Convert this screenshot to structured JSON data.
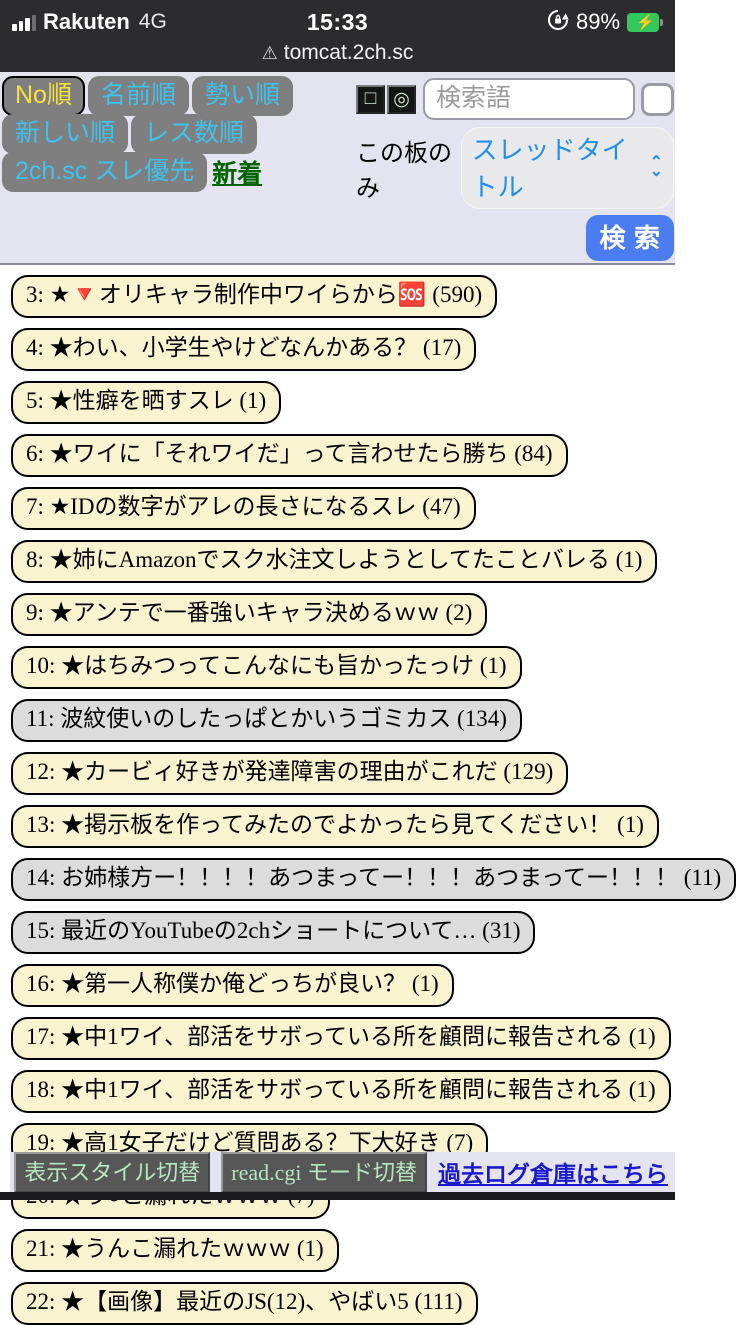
{
  "status_bar": {
    "carrier": "Rakuten",
    "network": "4G",
    "time": "15:33",
    "battery_percent": "89%",
    "battery_charging": true,
    "url": "tomcat.2ch.sc",
    "warning_icon": "⚠"
  },
  "header": {
    "sort_rows": [
      [
        {
          "label": "No順",
          "active": true
        },
        {
          "label": "名前順",
          "active": false
        },
        {
          "label": "勢い順",
          "active": false
        }
      ],
      [
        {
          "label": "新しい順",
          "active": false
        },
        {
          "label": "レス数順",
          "active": false
        }
      ],
      [
        {
          "label": "2ch.sc スレ優先",
          "active": false
        }
      ]
    ],
    "new_link": "新着",
    "search": {
      "square_tool_icon": "□",
      "circle_tool_icon": "◎",
      "placeholder": "検索語",
      "scope_label": "この板のみ",
      "target_select_value": "スレッドタイトル",
      "chevron_up": "⌃",
      "chevron_down": "⌄",
      "submit_label": "検 索"
    }
  },
  "threads": [
    {
      "text": "3: ★🔻オリキャラ制作中ワイらから🆘 (590)",
      "style": "yellow"
    },
    {
      "text": "4: ★わい、小学生やけどなんかある？ (17)",
      "style": "yellow"
    },
    {
      "text": "5: ★性癖を晒すスレ (1)",
      "style": "yellow"
    },
    {
      "text": "6: ★ワイに「それワイだ」って言わせたら勝ち (84)",
      "style": "yellow"
    },
    {
      "text": "7: ★IDの数字がアレの長さになるスレ (47)",
      "style": "yellow"
    },
    {
      "text": "8: ★姉にAmazonでスク水注文しようとしてたことバレる (1)",
      "style": "yellow"
    },
    {
      "text": "9: ★アンテで一番強いキャラ決めるｗｗ (2)",
      "style": "yellow"
    },
    {
      "text": "10: ★はちみつってこんなにも旨かったっけ (1)",
      "style": "yellow"
    },
    {
      "text": "11: 波紋使いのしたっぱとかいうゴミカス (134)",
      "style": "gray"
    },
    {
      "text": "12: ★カービィ好きが発達障害の理由がこれだ (129)",
      "style": "yellow"
    },
    {
      "text": "13: ★掲示板を作ってみたのでよかったら見てください！ (1)",
      "style": "yellow"
    },
    {
      "text": "14: お姉様方ー！！！！あつまってー！！！あつまってー！！！ (11)",
      "style": "gray"
    },
    {
      "text": "15: 最近のYouTubeの2chショートについて… (31)",
      "style": "gray"
    },
    {
      "text": "16: ★第一人称僕か俺どっちが良い？ (1)",
      "style": "yellow"
    },
    {
      "text": "17: ★中1ワイ、部活をサボっている所を顧問に報告される (1)",
      "style": "yellow"
    },
    {
      "text": "18: ★中1ワイ、部活をサボっている所を顧問に報告される (1)",
      "style": "yellow"
    },
    {
      "text": "19: ★高1女子だけど質問ある？下大好き (7)",
      "style": "yellow"
    },
    {
      "text": "20: ★う●こ漏れたｗｗｗ (7)",
      "style": "yellow"
    },
    {
      "text": "21: ★うんこ漏れたｗｗｗ (1)",
      "style": "yellow"
    },
    {
      "text": "22: ★【画像】最近のJS(12)、やばい5 (111)",
      "style": "yellow"
    }
  ],
  "footer": {
    "style_toggle": "表示スタイル切替",
    "readcgi_toggle": "read.cgi モード切替",
    "archive_link": "過去ログ倉庫はこちら"
  },
  "colors": {
    "status_bar_bg": "#2c2c2e",
    "header_bg": "#e4e4f0",
    "sort_button_bg": "#7f7f7f",
    "sort_button_text": "#3cc3f2",
    "sort_button_active_text": "#f6e13c",
    "thread_pill_yellow": "#faf3cf",
    "thread_pill_gray": "#dcdcdc",
    "search_button_bg": "#4b7df0",
    "battery_green": "#34c759",
    "archive_link_blue": "#1a1acc",
    "new_link_green": "#006400"
  }
}
